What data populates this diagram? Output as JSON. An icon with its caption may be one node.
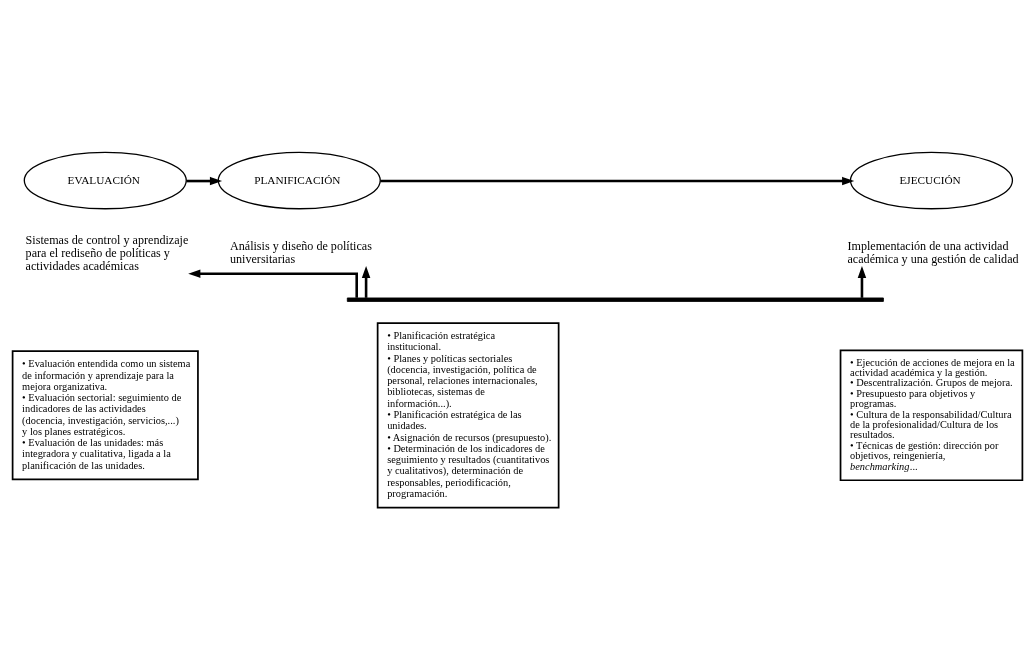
{
  "diagram": {
    "nodes": [
      {
        "text": [
          "EVALUACIÓN"
        ]
      },
      {
        "text": [
          "PLANIFICACIÓN"
        ]
      },
      {
        "text": [
          "EJECUCIÓN"
        ]
      },
      {
        "text": [
          "Sistemas de control y aprendizaje para el rediseño de políticas y actividades académicas"
        ]
      },
      {
        "text": [
          "Análisis y diseño de políticas universitarias"
        ]
      },
      {
        "text": [
          "Implementación de una actividad académica y una gestión de calidad"
        ]
      },
      {
        "text": [],
        "shape": "bar"
      },
      {
        "text": [
          "• Evaluación entendida como un sistema de información y aprendizaje para la mejora organizativa.",
          "• Evaluación sectorial: seguimiento de indicadores de las actividades (docencia, investigación, servicios,...) y los planes estratégicos.",
          "• Evaluación de las unidades: más integradora y cualitativa, ligada a la planificación de las unidades."
        ]
      },
      {
        "text": [
          "• Planificación estratégica institucional.",
          "• Planes y políticas sectoriales (docencia, investigación, política de personal, relaciones internacionales, bibliotecas, sistemas de información...).",
          "• Planificación estratégica de las unidades.",
          "• Asignación de recursos (presupuesto).",
          "• Determinación de los indicadores de seguimiento y resultados (cuantitativos y cualitativos), determinación de responsables, periodificación, programación."
        ]
      },
      {
        "text": [
          "• Ejecución de acciones de mejora en la actividad académica y la gestión.",
          "• Descentralización. Grupos de mejora.",
          "• Presupuesto para objetivos y programas.",
          "• Cultura de la responsabilidad/Cultura de la profesionalidad/Cultura de los resultados.",
          "• Técnicas de gestión: dirección por objetivos, reingeniería, *benchmarking*..."
        ]
      }
    ],
    "edges": [
      {
        "from": 0,
        "to": 1,
        "arrow": "to"
      },
      {
        "from": 1,
        "to": 2,
        "arrow": "to"
      },
      {
        "from": 6,
        "to": 3,
        "arrow": "to"
      },
      {
        "from": 6,
        "to": 4,
        "arrow": "to"
      },
      {
        "from": 6,
        "to": 5,
        "arrow": "to"
      }
    ]
  }
}
